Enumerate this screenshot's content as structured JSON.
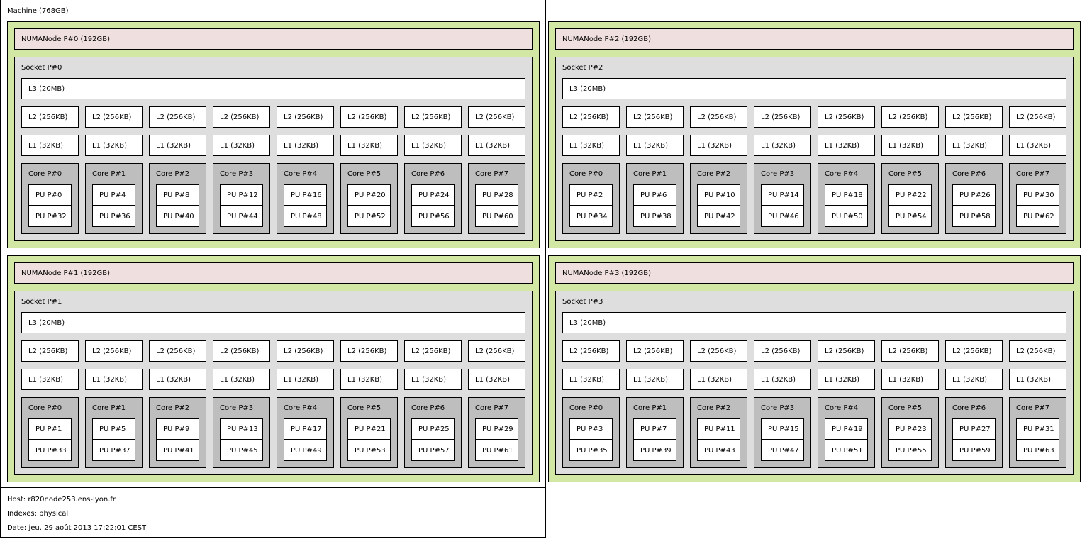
{
  "machine": {
    "label": "Machine (768GB)"
  },
  "colors": {
    "machine": "#ffffff",
    "numa_group": "#d2e7a4",
    "numa_node": "#efdfde",
    "socket": "#dedede",
    "cache": "#ffffff",
    "core": "#bebebe",
    "pu": "#ffffff"
  },
  "nodes": [
    {
      "numa_label": "NUMANode P#0 (192GB)",
      "socket_label": "Socket P#0",
      "l3_label": "L3 (20MB)",
      "l2_labels": [
        "L2 (256KB)",
        "L2 (256KB)",
        "L2 (256KB)",
        "L2 (256KB)",
        "L2 (256KB)",
        "L2 (256KB)",
        "L2 (256KB)",
        "L2 (256KB)"
      ],
      "l1_labels": [
        "L1 (32KB)",
        "L1 (32KB)",
        "L1 (32KB)",
        "L1 (32KB)",
        "L1 (32KB)",
        "L1 (32KB)",
        "L1 (32KB)",
        "L1 (32KB)"
      ],
      "cores": [
        {
          "label": "Core P#0",
          "pus": [
            "PU P#0",
            "PU P#32"
          ]
        },
        {
          "label": "Core P#1",
          "pus": [
            "PU P#4",
            "PU P#36"
          ]
        },
        {
          "label": "Core P#2",
          "pus": [
            "PU P#8",
            "PU P#40"
          ]
        },
        {
          "label": "Core P#3",
          "pus": [
            "PU P#12",
            "PU P#44"
          ]
        },
        {
          "label": "Core P#4",
          "pus": [
            "PU P#16",
            "PU P#48"
          ]
        },
        {
          "label": "Core P#5",
          "pus": [
            "PU P#20",
            "PU P#52"
          ]
        },
        {
          "label": "Core P#6",
          "pus": [
            "PU P#24",
            "PU P#56"
          ]
        },
        {
          "label": "Core P#7",
          "pus": [
            "PU P#28",
            "PU P#60"
          ]
        }
      ]
    },
    {
      "numa_label": "NUMANode P#2 (192GB)",
      "socket_label": "Socket P#2",
      "l3_label": "L3 (20MB)",
      "l2_labels": [
        "L2 (256KB)",
        "L2 (256KB)",
        "L2 (256KB)",
        "L2 (256KB)",
        "L2 (256KB)",
        "L2 (256KB)",
        "L2 (256KB)",
        "L2 (256KB)"
      ],
      "l1_labels": [
        "L1 (32KB)",
        "L1 (32KB)",
        "L1 (32KB)",
        "L1 (32KB)",
        "L1 (32KB)",
        "L1 (32KB)",
        "L1 (32KB)",
        "L1 (32KB)"
      ],
      "cores": [
        {
          "label": "Core P#0",
          "pus": [
            "PU P#2",
            "PU P#34"
          ]
        },
        {
          "label": "Core P#1",
          "pus": [
            "PU P#6",
            "PU P#38"
          ]
        },
        {
          "label": "Core P#2",
          "pus": [
            "PU P#10",
            "PU P#42"
          ]
        },
        {
          "label": "Core P#3",
          "pus": [
            "PU P#14",
            "PU P#46"
          ]
        },
        {
          "label": "Core P#4",
          "pus": [
            "PU P#18",
            "PU P#50"
          ]
        },
        {
          "label": "Core P#5",
          "pus": [
            "PU P#22",
            "PU P#54"
          ]
        },
        {
          "label": "Core P#6",
          "pus": [
            "PU P#26",
            "PU P#58"
          ]
        },
        {
          "label": "Core P#7",
          "pus": [
            "PU P#30",
            "PU P#62"
          ]
        }
      ]
    },
    {
      "numa_label": "NUMANode P#1 (192GB)",
      "socket_label": "Socket P#1",
      "l3_label": "L3 (20MB)",
      "l2_labels": [
        "L2 (256KB)",
        "L2 (256KB)",
        "L2 (256KB)",
        "L2 (256KB)",
        "L2 (256KB)",
        "L2 (256KB)",
        "L2 (256KB)",
        "L2 (256KB)"
      ],
      "l1_labels": [
        "L1 (32KB)",
        "L1 (32KB)",
        "L1 (32KB)",
        "L1 (32KB)",
        "L1 (32KB)",
        "L1 (32KB)",
        "L1 (32KB)",
        "L1 (32KB)"
      ],
      "cores": [
        {
          "label": "Core P#0",
          "pus": [
            "PU P#1",
            "PU P#33"
          ]
        },
        {
          "label": "Core P#1",
          "pus": [
            "PU P#5",
            "PU P#37"
          ]
        },
        {
          "label": "Core P#2",
          "pus": [
            "PU P#9",
            "PU P#41"
          ]
        },
        {
          "label": "Core P#3",
          "pus": [
            "PU P#13",
            "PU P#45"
          ]
        },
        {
          "label": "Core P#4",
          "pus": [
            "PU P#17",
            "PU P#49"
          ]
        },
        {
          "label": "Core P#5",
          "pus": [
            "PU P#21",
            "PU P#53"
          ]
        },
        {
          "label": "Core P#6",
          "pus": [
            "PU P#25",
            "PU P#57"
          ]
        },
        {
          "label": "Core P#7",
          "pus": [
            "PU P#29",
            "PU P#61"
          ]
        }
      ]
    },
    {
      "numa_label": "NUMANode P#3 (192GB)",
      "socket_label": "Socket P#3",
      "l3_label": "L3 (20MB)",
      "l2_labels": [
        "L2 (256KB)",
        "L2 (256KB)",
        "L2 (256KB)",
        "L2 (256KB)",
        "L2 (256KB)",
        "L2 (256KB)",
        "L2 (256KB)",
        "L2 (256KB)"
      ],
      "l1_labels": [
        "L1 (32KB)",
        "L1 (32KB)",
        "L1 (32KB)",
        "L1 (32KB)",
        "L1 (32KB)",
        "L1 (32KB)",
        "L1 (32KB)",
        "L1 (32KB)"
      ],
      "cores": [
        {
          "label": "Core P#0",
          "pus": [
            "PU P#3",
            "PU P#35"
          ]
        },
        {
          "label": "Core P#1",
          "pus": [
            "PU P#7",
            "PU P#39"
          ]
        },
        {
          "label": "Core P#2",
          "pus": [
            "PU P#11",
            "PU P#43"
          ]
        },
        {
          "label": "Core P#3",
          "pus": [
            "PU P#15",
            "PU P#47"
          ]
        },
        {
          "label": "Core P#4",
          "pus": [
            "PU P#19",
            "PU P#51"
          ]
        },
        {
          "label": "Core P#5",
          "pus": [
            "PU P#23",
            "PU P#55"
          ]
        },
        {
          "label": "Core P#6",
          "pus": [
            "PU P#27",
            "PU P#59"
          ]
        },
        {
          "label": "Core P#7",
          "pus": [
            "PU P#31",
            "PU P#63"
          ]
        }
      ]
    }
  ],
  "legend": {
    "host": "Host: r820node253.ens-lyon.fr",
    "indexes": "Indexes: physical",
    "date": "Date: jeu. 29 août 2013 17:22:01 CEST"
  }
}
